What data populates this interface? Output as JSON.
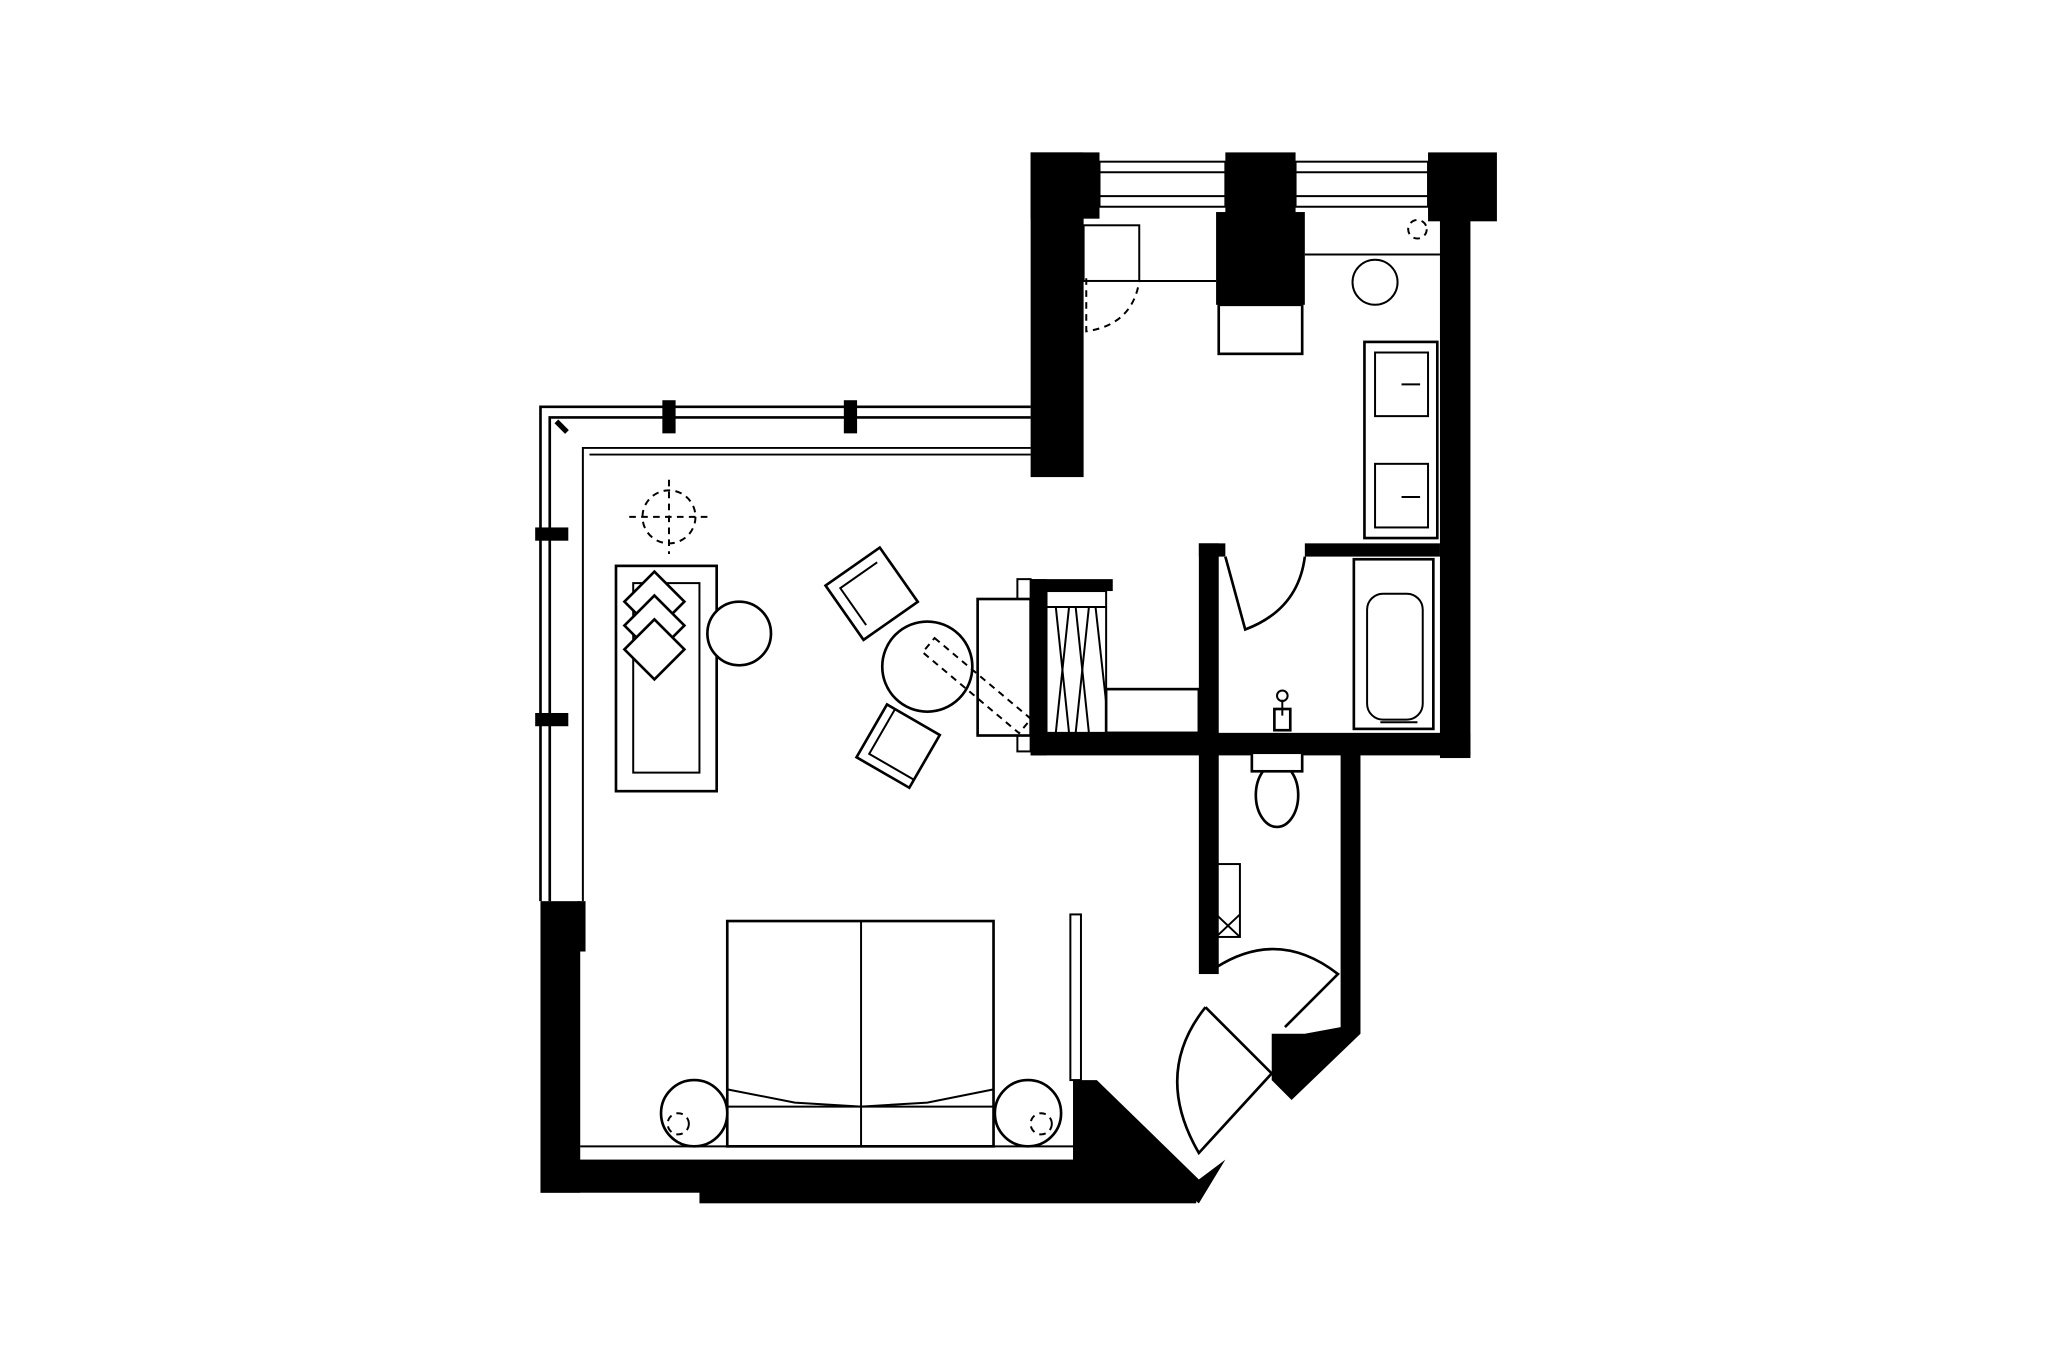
{
  "diagram": {
    "type": "floor-plan",
    "colors": {
      "wall": "#000000",
      "background": "#ffffff"
    },
    "rooms": [
      "living-area",
      "sleeping-area",
      "bathroom",
      "wc",
      "wardrobe",
      "entrance"
    ]
  }
}
